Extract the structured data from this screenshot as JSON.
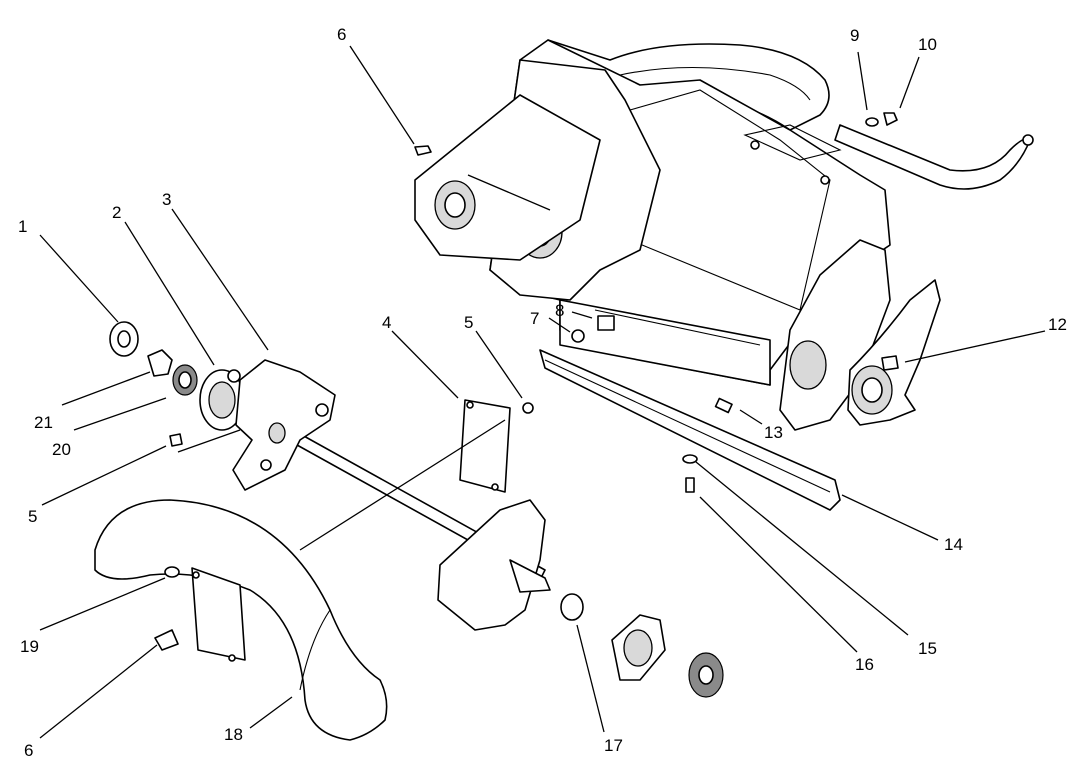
{
  "callouts": [
    {
      "id": "1",
      "label": "1"
    },
    {
      "id": "2",
      "label": "2"
    },
    {
      "id": "3",
      "label": "3"
    },
    {
      "id": "4",
      "label": "4"
    },
    {
      "id": "5a",
      "label": "5"
    },
    {
      "id": "5b",
      "label": "5"
    },
    {
      "id": "6a",
      "label": "6"
    },
    {
      "id": "6b",
      "label": "6"
    },
    {
      "id": "7",
      "label": "7"
    },
    {
      "id": "8",
      "label": "8"
    },
    {
      "id": "9",
      "label": "9"
    },
    {
      "id": "10",
      "label": "10"
    },
    {
      "id": "12",
      "label": "12"
    },
    {
      "id": "13",
      "label": "13"
    },
    {
      "id": "14",
      "label": "14"
    },
    {
      "id": "15",
      "label": "15"
    },
    {
      "id": "16",
      "label": "16"
    },
    {
      "id": "17",
      "label": "17"
    },
    {
      "id": "18",
      "label": "18"
    },
    {
      "id": "19",
      "label": "19"
    },
    {
      "id": "20",
      "label": "20"
    },
    {
      "id": "21",
      "label": "21"
    }
  ]
}
